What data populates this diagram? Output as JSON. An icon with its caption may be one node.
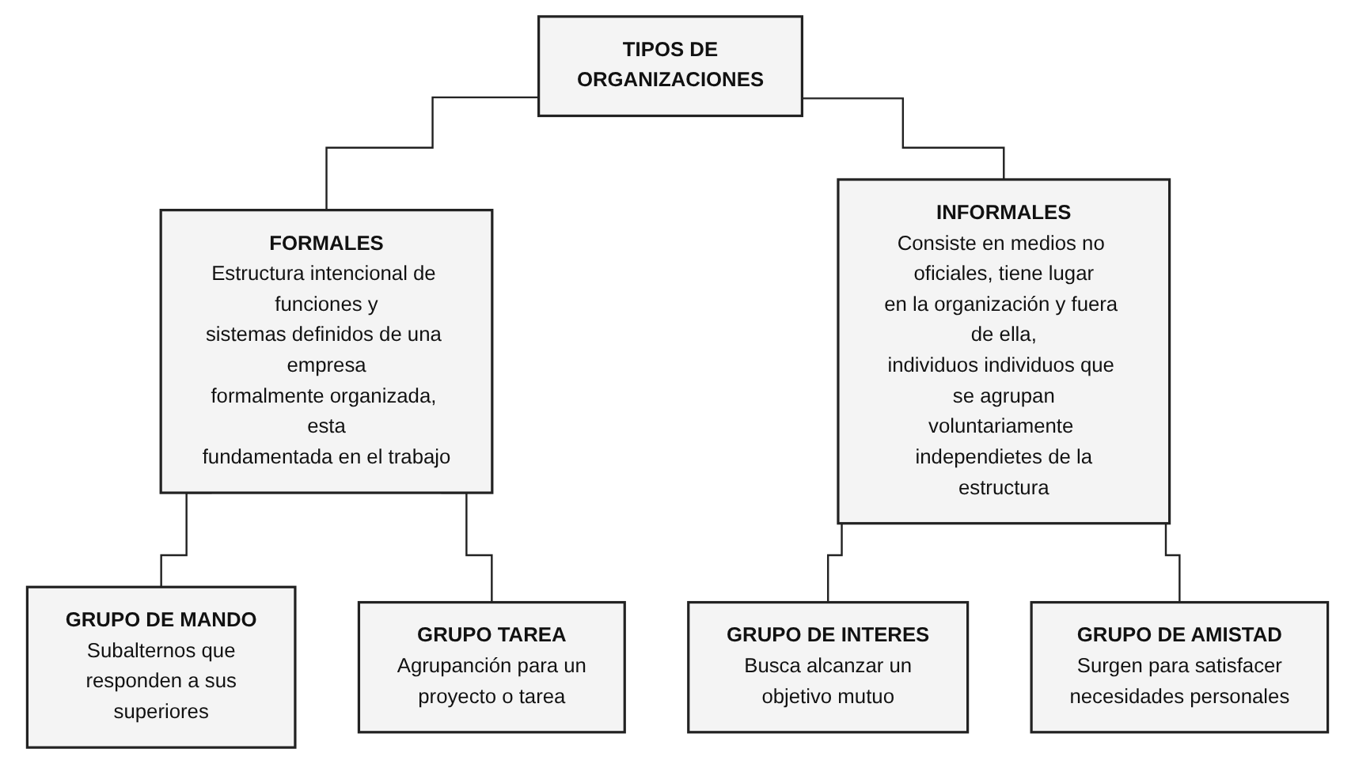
{
  "diagram": {
    "nodes": [
      {
        "text": [
          "TIPOS DE ORGANIZACIONES"
        ]
      },
      {
        "text": [
          "FORMALES",
          "Estructura intencional de funciones y sistemas definidos de una empresa formalmente organizada, esta fundamentada en el trabajo"
        ]
      },
      {
        "text": [
          "INFORMALES",
          "Consiste en medios no oficiales, tiene lugar en la organización y fuera de ella, individuos individuos que se agrupan voluntariamente independietes de la estructura"
        ]
      },
      {
        "text": [
          "GRUPO DE MANDO",
          "Subalternos que responden a sus superiores"
        ]
      },
      {
        "text": [
          "GRUPO TAREA",
          "Agrupanción para un proyecto o tarea"
        ]
      },
      {
        "text": [
          "GRUPO DE INTERES",
          "Busca alcanzar un objetivo mutuo"
        ]
      },
      {
        "text": [
          "GRUPO DE AMISTAD",
          "Surgen para satisfacer necesidades personales"
        ]
      }
    ],
    "edges": [
      {
        "from": 0,
        "to": 1,
        "arrow": "none"
      },
      {
        "from": 0,
        "to": 2,
        "arrow": "none"
      },
      {
        "from": 1,
        "to": 3,
        "arrow": "none"
      },
      {
        "from": 1,
        "to": 4,
        "arrow": "none"
      },
      {
        "from": 2,
        "to": 5,
        "arrow": "none"
      },
      {
        "from": 2,
        "to": 6,
        "arrow": "none"
      }
    ]
  }
}
